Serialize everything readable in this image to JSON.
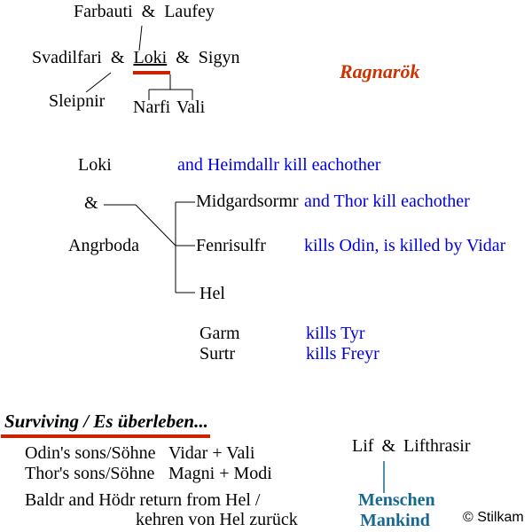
{
  "title": "Ragnarök",
  "colors": {
    "accent_red": "#CC3300",
    "underline_red": "#CC2200",
    "fate_blue": "#0000DD",
    "mankind_teal": "#17688F"
  },
  "top_tree": {
    "farbauti": "Farbauti",
    "amp1": "&",
    "laufey": "Laufey",
    "svadilfari": "Svadilfari",
    "amp2": "&",
    "loki": "Loki",
    "amp3": "&",
    "sigyn": "Sigyn",
    "sleipnir": "Sleipnir",
    "narfi": "Narfi",
    "vali": "Vali"
  },
  "ragnarok": {
    "loki": "Loki",
    "loki_fate": "and Heimdallr kill eachother",
    "amp": "&",
    "angrboda": "Angrboda",
    "children": [
      {
        "name": "Midgardsormr",
        "fate": "and Thor kill eachother"
      },
      {
        "name": "Fenrisulfr",
        "fate": "kills Odin, is killed by Vidar"
      },
      {
        "name": "Hel",
        "fate": ""
      }
    ],
    "others": [
      {
        "name": "Garm",
        "fate": "kills Tyr"
      },
      {
        "name": "Surtr",
        "fate": "kills Freyr"
      }
    ]
  },
  "surviving": {
    "heading": "Surviving / Es überleben...",
    "rows": [
      {
        "label": "Odin's sons/Söhne",
        "value": "Vidar + Vali"
      },
      {
        "label": "Thor's sons/Söhne",
        "value": "Magni + Modi"
      }
    ],
    "baldr_line1": "Baldr and Hödr return from Hel /",
    "baldr_line2": "kehren von Hel zurück",
    "lif": "Lif",
    "amp": "&",
    "lifthrasir": "Lifthrasir",
    "descendants_de": "Menschen",
    "descendants_en": "Mankind"
  },
  "credit": "© Stilkam"
}
